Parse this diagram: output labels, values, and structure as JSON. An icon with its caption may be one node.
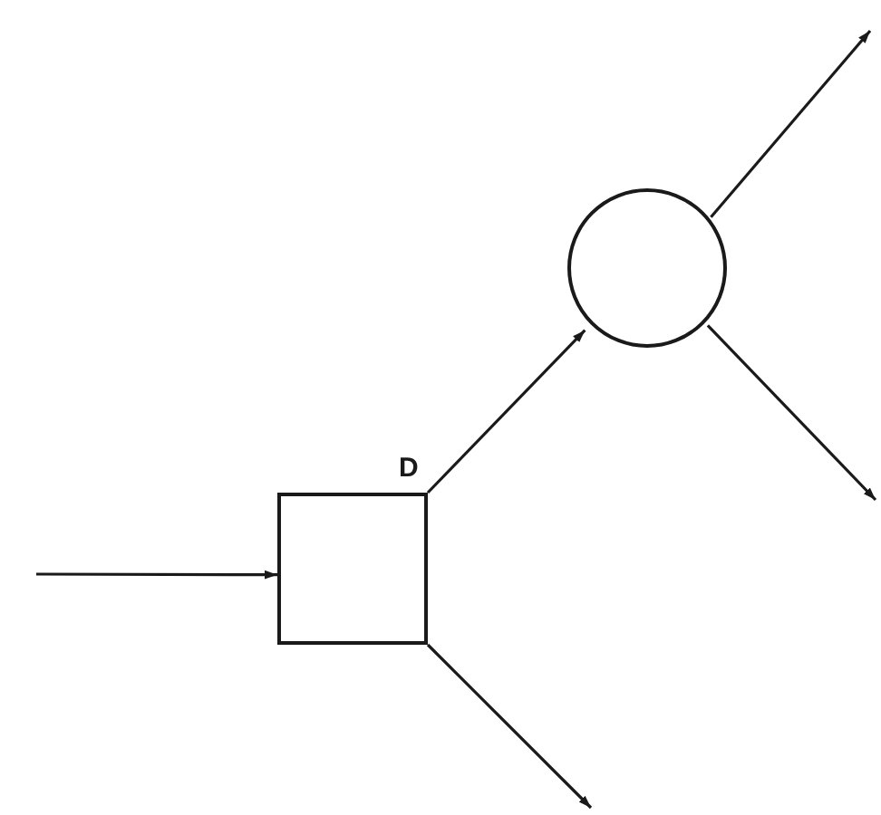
{
  "diagram": {
    "nodes": [
      {
        "text": [],
        "shape": "box",
        "beside": [
          "D"
        ]
      },
      {
        "text": [],
        "shape": "circle"
      }
    ],
    "edges": [
      {
        "from": null,
        "to": 0,
        "arrow": "to"
      },
      {
        "from": 0,
        "to": 1,
        "arrow": "to"
      },
      {
        "from": 1,
        "to": null,
        "arrow": "to"
      },
      {
        "from": 1,
        "to": null,
        "arrow": "to"
      },
      {
        "from": 0,
        "to": null,
        "arrow": "to"
      }
    ]
  }
}
